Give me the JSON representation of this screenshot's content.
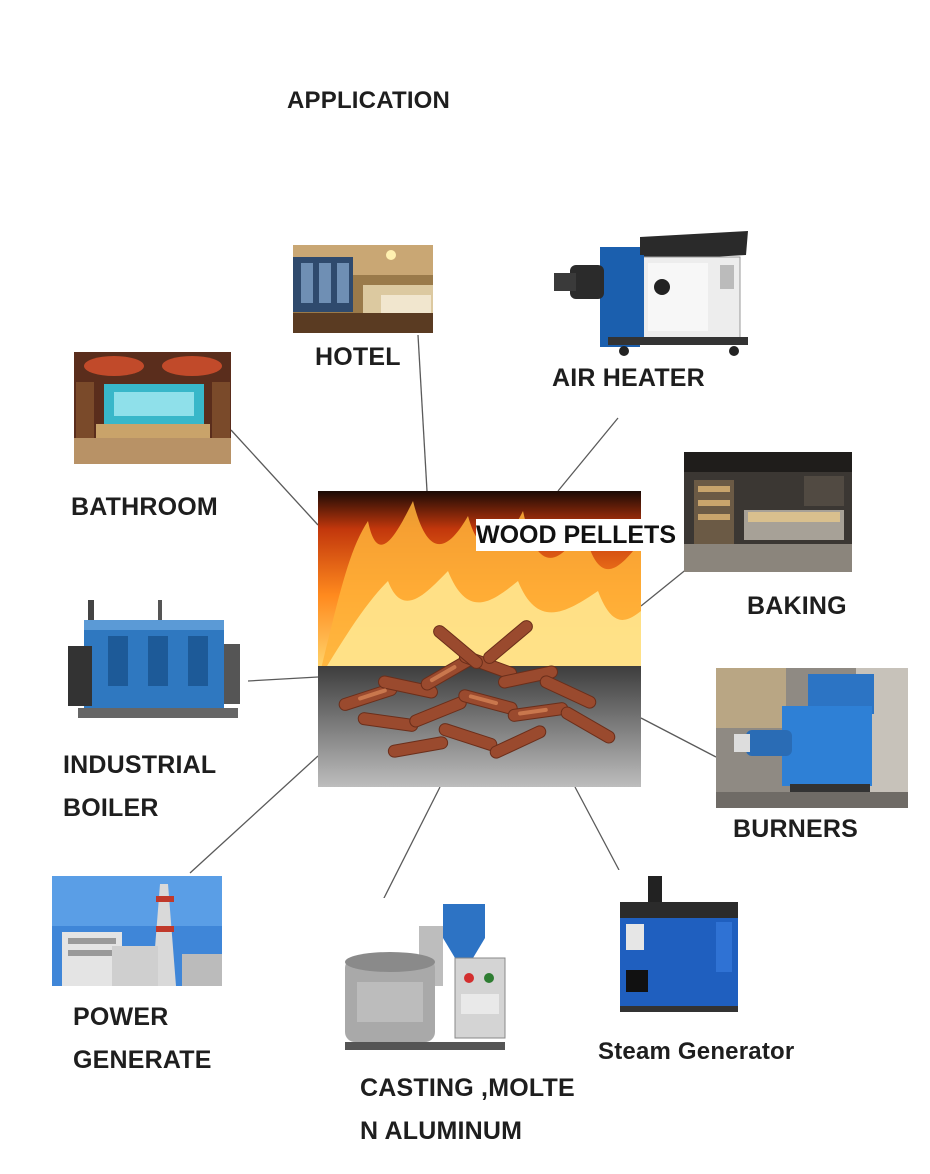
{
  "title": "APPLICATION",
  "center": {
    "label": "WOOD PELLETS"
  },
  "applications": {
    "hotel": "HOTEL",
    "air_heater": "AIR HEATER",
    "bathroom": "BATHROOM",
    "baking": "BAKING",
    "industrial_boiler": "INDUSTRIAL\nBOILER",
    "burners": "BURNERS",
    "power_generate": "POWER\nGENERATE",
    "casting": "CASTING ,MOLTE\nN ALUMINUM",
    "steam_generator": "Steam Generator"
  }
}
